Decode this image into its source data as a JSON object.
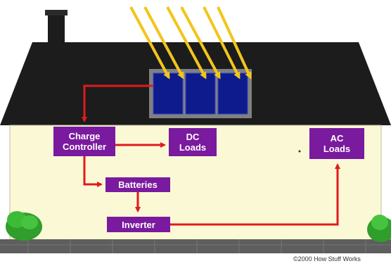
{
  "diagram": {
    "components": {
      "charge_controller": {
        "line1": "Charge",
        "line2": "Controller"
      },
      "dc_loads": {
        "line1": "DC",
        "line2": "Loads"
      },
      "ac_loads": {
        "line1": "AC",
        "line2": "Loads"
      },
      "batteries": "Batteries",
      "inverter": "Inverter"
    },
    "copyright": "©2000 How Stuff Works"
  },
  "colors": {
    "sky": "#ffffff",
    "roof": "#1c1c1c",
    "wall": "#fbf8d6",
    "panel_cell": "#0d1b8c",
    "panel_frame": "#808080",
    "sun_ray": "#f2c51c",
    "box": "#7a1a9e",
    "wire": "#e01b1b",
    "ground": "#5e5e5e",
    "bush": "#2f9e2a"
  }
}
